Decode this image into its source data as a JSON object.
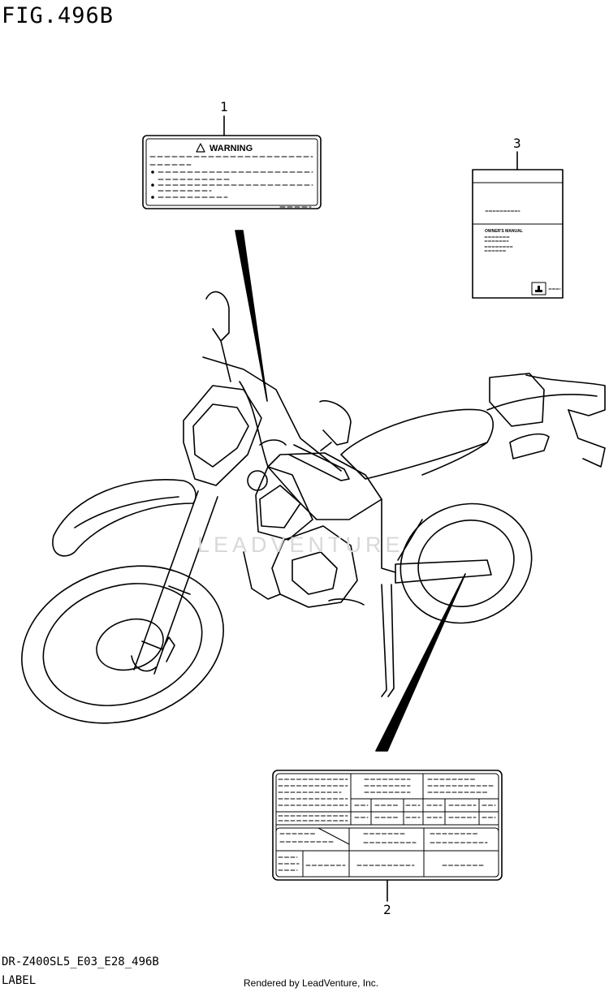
{
  "figure": {
    "title": "FIG.496B",
    "model_code": "DR-Z400SL5_E03_E28_496B",
    "section": "LABEL",
    "credit": "Rendered by LeadVenture, Inc.",
    "watermark": "LEADVENTURE"
  },
  "callouts": [
    {
      "number": "1",
      "part": "warning-label"
    },
    {
      "number": "2",
      "part": "info-label"
    },
    {
      "number": "3",
      "part": "owners-manual"
    }
  ],
  "warning_label": {
    "heading": "WARNING"
  },
  "owners_manual": {
    "heading": "OWNER'S MANUAL"
  },
  "colors": {
    "ink": "#000000",
    "paper": "#ffffff",
    "watermark": "#d8d8d8"
  }
}
